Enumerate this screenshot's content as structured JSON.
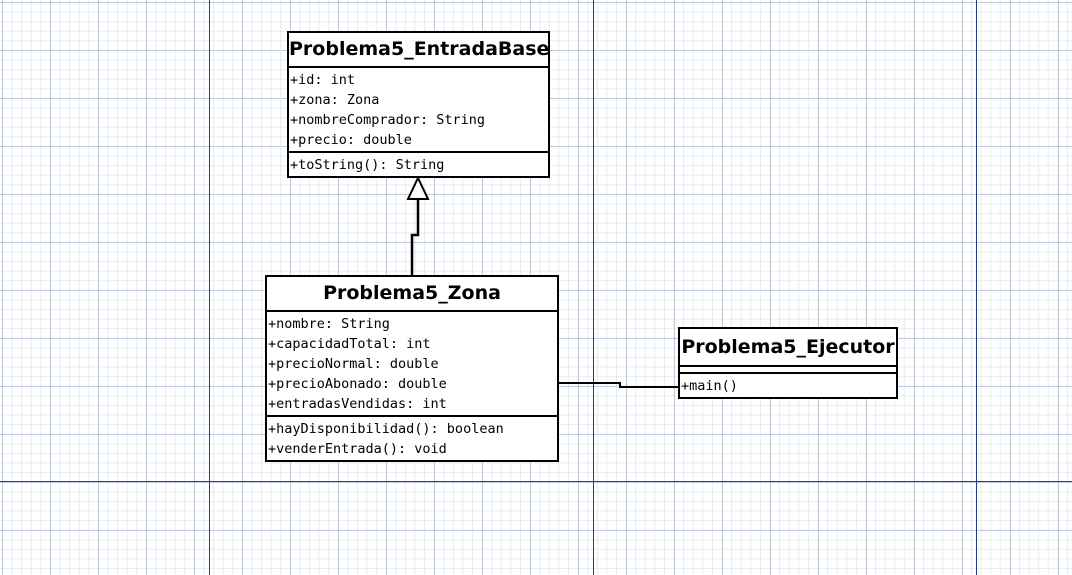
{
  "classes": {
    "entrada_base": {
      "name": "Problema5_EntradaBase",
      "attributes": [
        "+id: int",
        "+zona: Zona",
        "+nombreComprador: String",
        "+precio: double"
      ],
      "methods": [
        "+toString(): String"
      ]
    },
    "zona": {
      "name": "Problema5_Zona",
      "attributes": [
        "+nombre: String",
        "+capacidadTotal: int",
        "+precioNormal: double",
        "+precioAbonado: double",
        "+entradasVendidas: int"
      ],
      "methods": [
        "+hayDisponibilidad(): boolean",
        "+venderEntrada(): void"
      ]
    },
    "ejecutor": {
      "name": "Problema5_Ejecutor",
      "attributes": [],
      "methods": [
        "+main()"
      ]
    }
  },
  "relations": [
    {
      "type": "generalization",
      "from": "Problema5_Zona",
      "to": "Problema5_EntradaBase"
    },
    {
      "type": "association",
      "from": "Problema5_Zona",
      "to": "Problema5_Ejecutor"
    }
  ],
  "colors": {
    "page_border": "#2a3a8c",
    "grid": "#aabed2",
    "line": "#000000"
  }
}
